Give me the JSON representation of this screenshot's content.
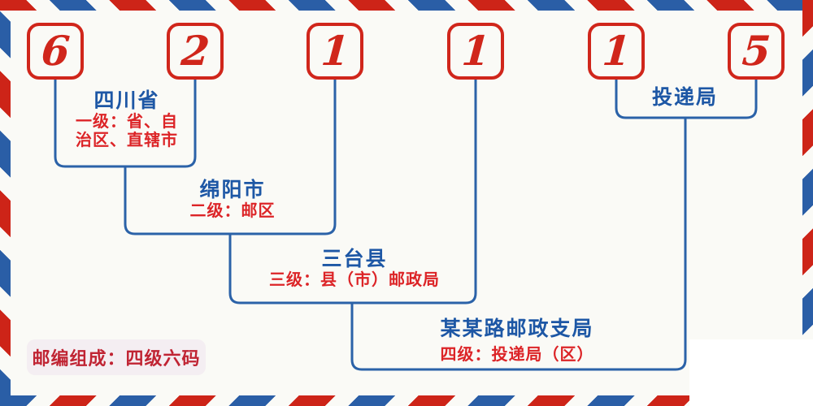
{
  "diagram": {
    "postal_code": {
      "digits": [
        "6",
        "2",
        "1",
        "1",
        "1",
        "5"
      ]
    },
    "levels": [
      {
        "name": "四川省",
        "desc_line1": "一级：省、自",
        "desc_line2": "治区、直辖市"
      },
      {
        "name": "绵阳市",
        "desc_line1": "二级：邮区"
      },
      {
        "name": "三台县",
        "desc_line1": "三级：县（市）邮政局"
      },
      {
        "name": "某某路邮政支局",
        "desc_line1": "四级：投递局（区）"
      }
    ],
    "delivery_office_label": "投递局",
    "footer_badge": "邮编组成：四级六码"
  },
  "colors": {
    "stripe_red": "#cd2418",
    "stripe_blue": "#2a5ea6",
    "box_red": "#d0261b",
    "connector_blue": "#2b62a8",
    "name_blue": "#1d57a5",
    "desc_red": "#dc2427",
    "badge_text": "#c02433",
    "badge_background": "#f4eef2",
    "background": "#fafaf6"
  }
}
